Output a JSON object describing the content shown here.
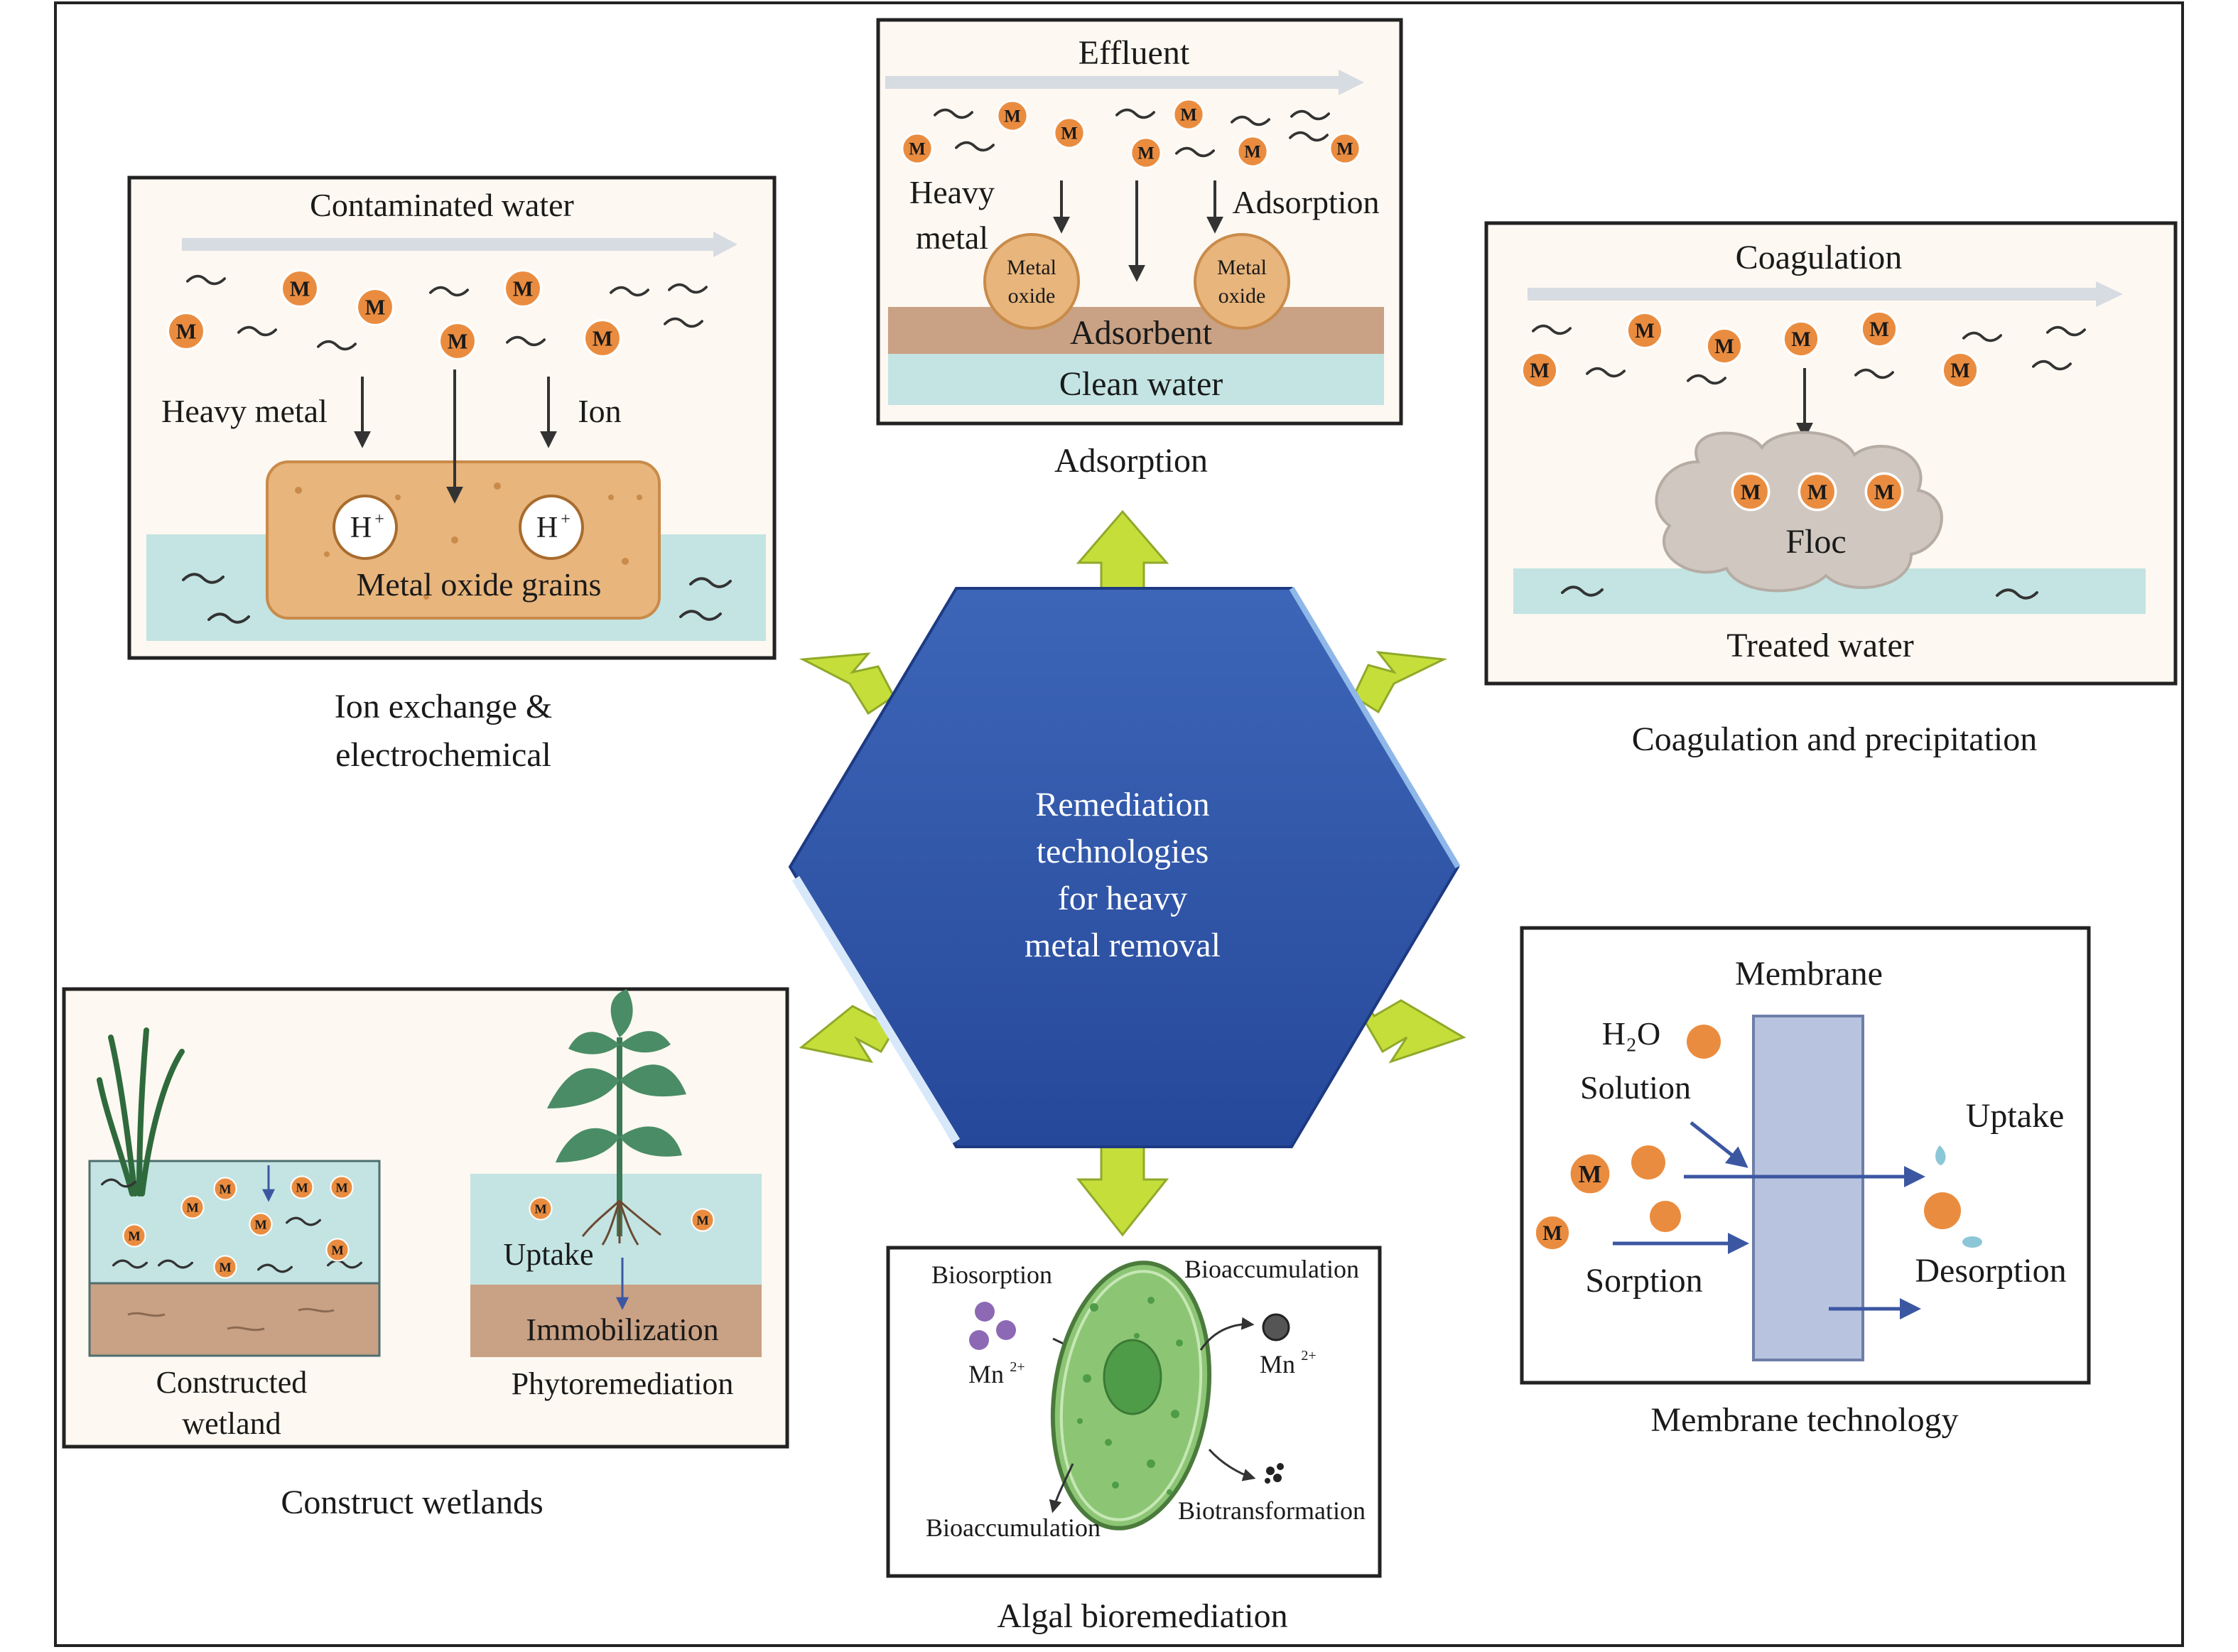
{
  "center": {
    "line1": "Remediation",
    "line2": "technologies",
    "line3": "for heavy",
    "line4": "metal removal"
  },
  "ion_exchange": {
    "caption1": "Ion exchange &",
    "caption2": "electrochemical",
    "flow_label": "Contaminated water",
    "heavy_metal_label": "Heavy metal",
    "ion_label": "Ion",
    "grain_label": "Metal oxide grains",
    "proton": "H",
    "proton_sup": "+",
    "metal_symbol": "M"
  },
  "adsorption": {
    "caption": "Adsorption",
    "flow_label": "Effluent",
    "heavy_line1": "Heavy",
    "heavy_line2": "metal",
    "adsorption_label": "Adsorption",
    "oxide_line1": "Metal",
    "oxide_line2": "oxide",
    "adsorbent_label": "Adsorbent",
    "clean_water_label": "Clean water",
    "metal_symbol": "M"
  },
  "coagulation": {
    "caption": "Coagulation and precipitation",
    "flow_label": "Coagulation",
    "floc_label": "Floc",
    "treated_label": "Treated water",
    "metal_symbol": "M"
  },
  "membrane": {
    "caption": "Membrane technology",
    "membrane_label": "Membrane",
    "h2o_label": "H₂O",
    "solution_label": "Solution",
    "uptake_label": "Uptake",
    "sorption_label": "Sorption",
    "desorption_label": "Desorption",
    "metal_symbol": "M"
  },
  "algal": {
    "caption": "Algal bioremediation",
    "biosorption_label": "Biosorption",
    "bioaccumulation_top": "Bioaccumulation",
    "mn_left": "Mn",
    "mn_right": "Mn",
    "charge": "2+",
    "bioaccumulation_bottom": "Bioaccumulation",
    "biotransformation_label": "Biotransformation"
  },
  "wetlands": {
    "caption": "Construct wetlands",
    "constructed_line1": "Constructed",
    "constructed_line2": "wetland",
    "phyto_label": "Phytoremediation",
    "uptake_label": "Uptake",
    "immobilization_label": "Immobilization",
    "metal_symbol": "M"
  },
  "colors": {
    "hexagon": "#2f55a8",
    "arrow": "#c6de3a",
    "water": "#c3e4e3",
    "soil": "#c9a184",
    "metal": "#ea8c3f",
    "grain": "#e8b57c",
    "floc": "#d0c8c0",
    "membrane": "#b8c4df",
    "cell": "#8cc675",
    "nucleus": "#4f9c48"
  }
}
